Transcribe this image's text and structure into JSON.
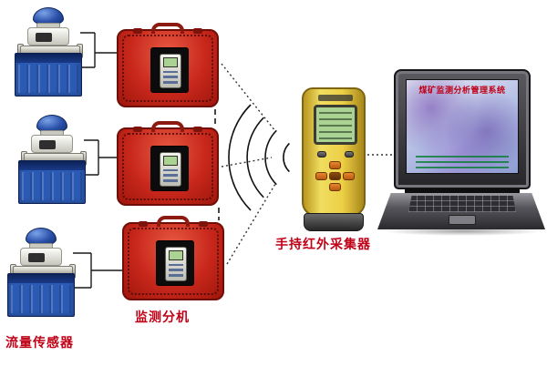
{
  "labels": {
    "flow_sensor": "流量传感器",
    "monitor_unit": "监测分机",
    "handheld_collector": "手持红外采集器"
  },
  "laptop": {
    "screen_title": "煤矿监测分析管理系统"
  },
  "colors": {
    "label_red": "#c00016",
    "case_red": "#c8271b",
    "tank_blue": "#2b5ab4",
    "handheld_yellow": "#eccf45",
    "lcd_green": "#a9d293",
    "laptop_screen_blue": "#9aa8d8"
  },
  "components": {
    "flow_sensors": [
      {
        "name": "flow-sensor-1"
      },
      {
        "name": "flow-sensor-2"
      },
      {
        "name": "flow-sensor-3"
      }
    ],
    "monitor_units": [
      {
        "name": "monitor-unit-1"
      },
      {
        "name": "monitor-unit-2"
      },
      {
        "name": "monitor-unit-3"
      }
    ],
    "handheld": {
      "name": "handheld-infrared-collector"
    },
    "computer": {
      "name": "management-computer"
    }
  },
  "connections": {
    "sensor_to_monitor": "solid",
    "monitor_chain": "dashed",
    "monitor_to_handheld": "wireless-arcs",
    "handheld_to_computer": "dotted"
  }
}
